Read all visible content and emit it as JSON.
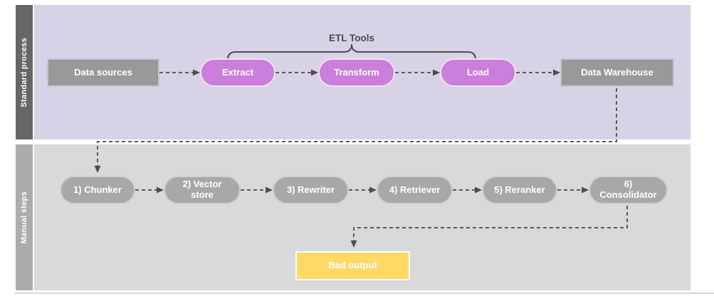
{
  "diagram": {
    "lanes": [
      {
        "label": "Standard process"
      },
      {
        "label": "Manual steps"
      }
    ],
    "etl_group_label": "ETL Tools",
    "standard_nodes": {
      "data_sources": "Data sources",
      "extract": "Extract",
      "transform": "Transform",
      "load": "Load",
      "data_warehouse": "Data Warehouse"
    },
    "manual_nodes": [
      "1) Chunker",
      "2) Vector store",
      "3) Rewriter",
      "4) Retriever",
      "5) Reranker",
      "6) Consolidator"
    ],
    "bad_output": "Bad output",
    "colors": {
      "standard_lane_bg": "#d8d2e6",
      "standard_lane_strip": "#666666",
      "manual_lane_bg": "#d9d9d9",
      "manual_lane_strip": "#acacac",
      "etl_pill": "#cb7edb",
      "gray_node": "#999999",
      "manual_pill": "#a8a8a8",
      "bad_output": "#ffd966",
      "connector": "#595959"
    }
  }
}
